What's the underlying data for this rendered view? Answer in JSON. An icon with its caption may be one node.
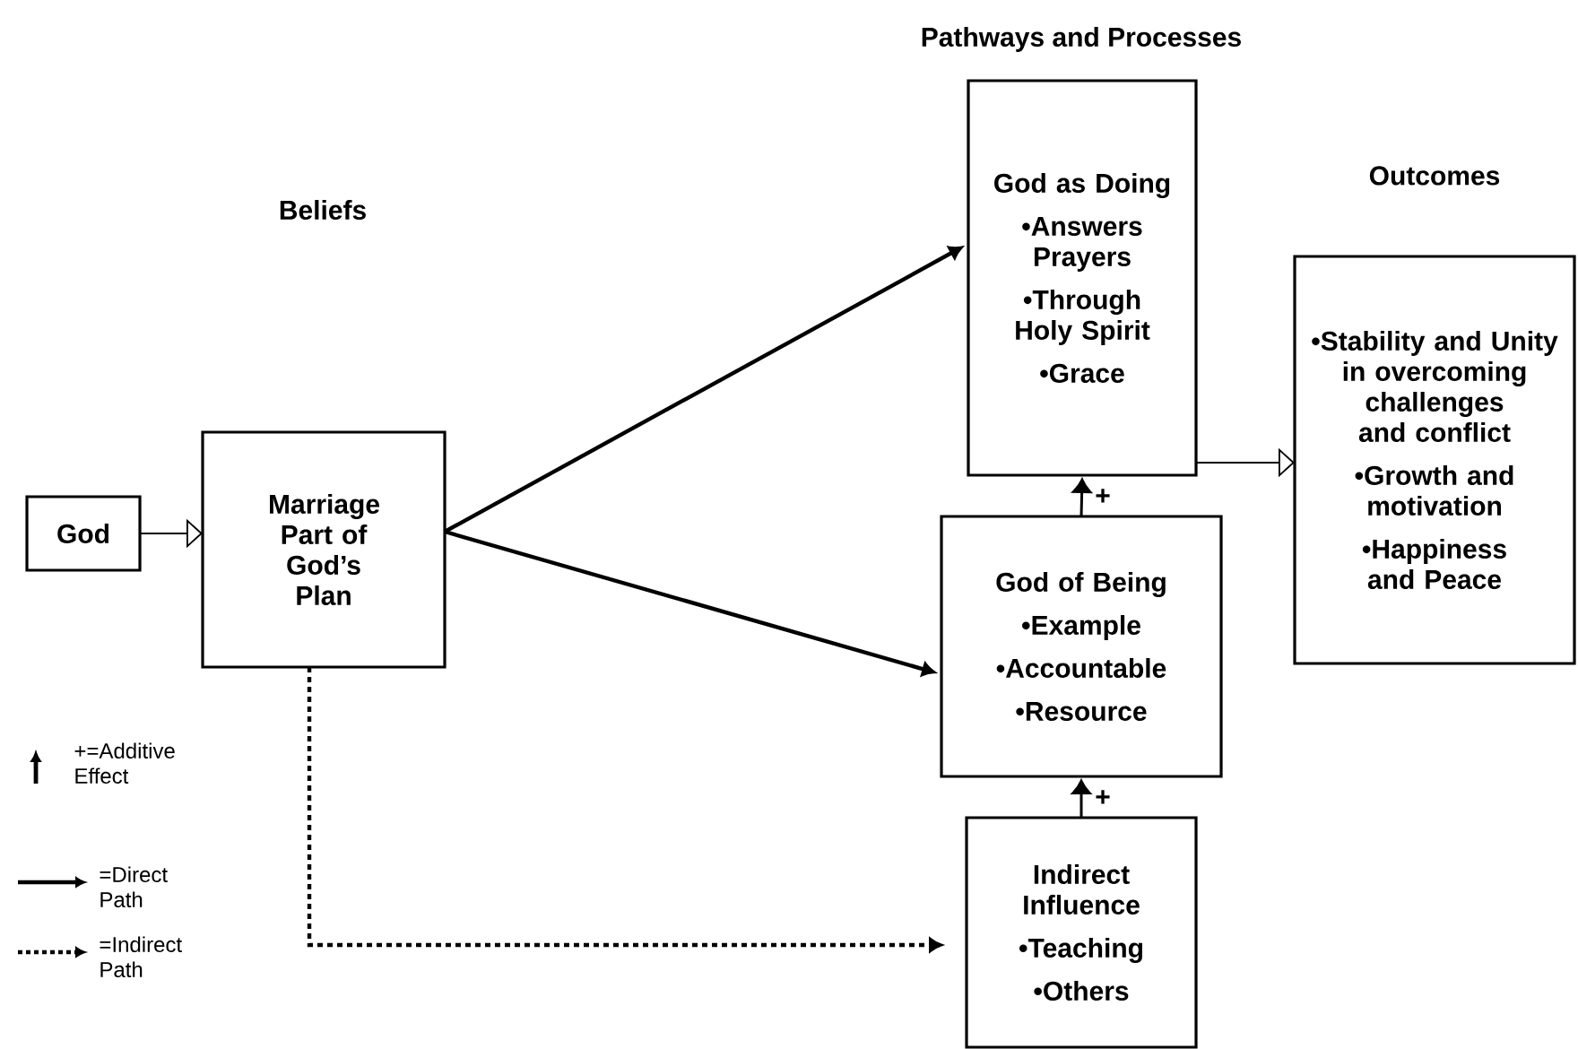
{
  "diagram": {
    "nodes": [
      {
        "text": [
          "God"
        ]
      },
      {
        "text": [
          "Marriage Part of God’s Plan"
        ]
      },
      {
        "text": [
          "God as Doing",
          "•Answers Prayers",
          "•Through Holy Spirit",
          "•Grace"
        ]
      },
      {
        "text": [
          "God of Being",
          "•Example",
          "•Accountable",
          "•Resource"
        ]
      },
      {
        "text": [
          "Indirect Influence",
          "•Teaching",
          "•Others"
        ]
      },
      {
        "text": [
          "•Stability and Unity in overcoming challenges and conflict",
          "•Growth and motivation",
          "•Happiness and Peace"
        ]
      }
    ],
    "edges": [
      {
        "from": 0,
        "to": 1,
        "arrow": "to"
      },
      {
        "from": 1,
        "to": 2,
        "arrow": "to"
      },
      {
        "from": 1,
        "to": 3,
        "arrow": "to"
      },
      {
        "from": 1,
        "to": 4,
        "arrow": "to",
        "style": "dashed"
      },
      {
        "from": 3,
        "to": 2,
        "arrow": "to",
        "label": "+"
      },
      {
        "from": 4,
        "to": 3,
        "arrow": "to",
        "label": "+"
      },
      {
        "from": 2,
        "to": 5,
        "arrow": "to"
      }
    ],
    "labels": [
      "Pathways and Processes",
      "Beliefs",
      "Outcomes"
    ],
    "legend": [
      {
        "text": "+=Additive Effect"
      },
      {
        "text": "=Direct Path"
      },
      {
        "text": "=Indirect Path"
      }
    ]
  }
}
